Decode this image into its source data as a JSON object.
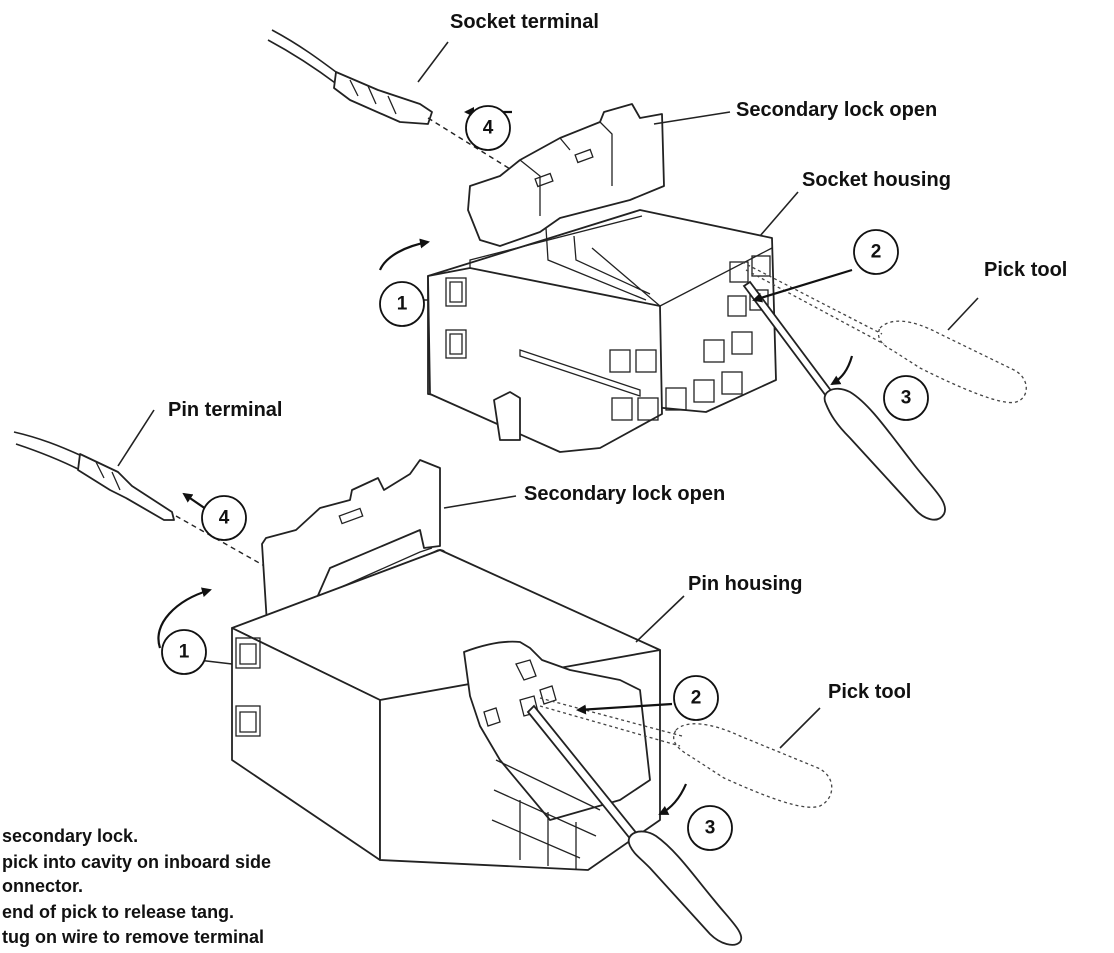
{
  "labels": {
    "socket_terminal": "Socket terminal",
    "secondary_lock_open_top": "Secondary lock open",
    "socket_housing": "Socket housing",
    "pick_tool_top": "Pick tool",
    "pin_terminal": "Pin terminal",
    "secondary_lock_open_bottom": "Secondary lock open",
    "pin_housing": "Pin housing",
    "pick_tool_bottom": "Pick tool"
  },
  "callouts": {
    "top": [
      "1",
      "2",
      "3",
      "4"
    ],
    "bottom": [
      "1",
      "2",
      "3",
      "4"
    ]
  },
  "steps": [
    "secondary lock.",
    "pick into cavity on inboard side",
    "onnector.",
    "end of pick to release tang.",
    "tug on wire to remove terminal"
  ]
}
